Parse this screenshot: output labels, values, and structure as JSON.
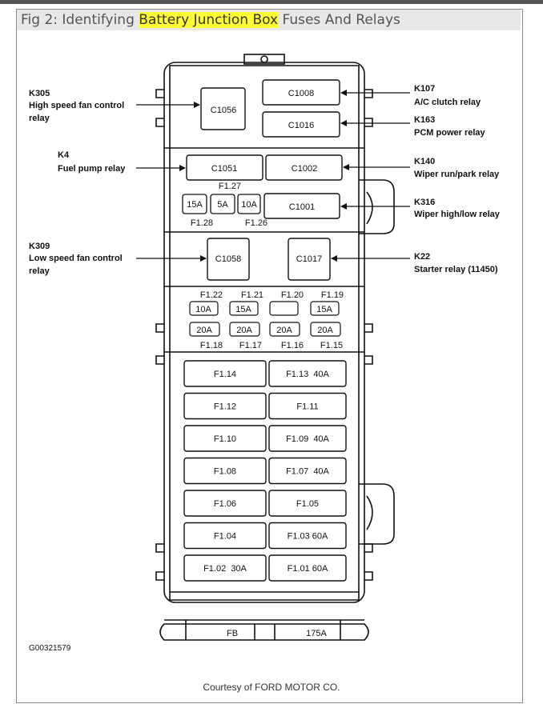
{
  "title": {
    "prefix": "Fig 2: Identifying ",
    "highlight": "Battery Junction Box",
    "suffix": " Fuses And Relays"
  },
  "left_labels": {
    "k305": {
      "id": "K305",
      "line1": "High speed fan control",
      "line2": "relay"
    },
    "k4": {
      "id": "K4",
      "line1": "Fuel pump relay"
    },
    "k309": {
      "id": "K309",
      "line1": "Low speed fan control",
      "line2": "relay"
    }
  },
  "right_labels": {
    "k107": {
      "id": "K107",
      "line1": "A/C clutch relay"
    },
    "k163": {
      "id": "K163",
      "line1": "PCM power relay"
    },
    "k140": {
      "id": "K140",
      "line1": "Wiper run/park relay"
    },
    "k316": {
      "id": "K316",
      "line1": "Wiper high/low relay"
    },
    "k22": {
      "id": "K22",
      "line1": "Starter relay (11450)"
    }
  },
  "connectors": {
    "c1056": "C1056",
    "c1008": "C1008",
    "c1016": "C1016",
    "c1051": "C1051",
    "c1002": "C1002",
    "c1001": "C1001",
    "c1058": "C1058",
    "c1017": "C1017"
  },
  "small_fuses": {
    "f127": "F1.27",
    "f128": "F1.28",
    "f126": "F1.26",
    "a15": "15A",
    "a5": "5A",
    "a10": "10A"
  },
  "mini_fuse_rows": {
    "top_labels": [
      "F1.22",
      "F1.21",
      "F1.20",
      "F1.19"
    ],
    "top_ratings": [
      "10A",
      "15A",
      "",
      "15A"
    ],
    "bottom_ratings": [
      "20A",
      "20A",
      "20A",
      "20A"
    ],
    "bottom_labels": [
      "F1.18",
      "F1.17",
      "F1.16",
      "F1.15"
    ]
  },
  "maxi_fuses": [
    {
      "left": "F1.14",
      "right": "F1.13  40A"
    },
    {
      "left": "F1.12",
      "right": "F1.11"
    },
    {
      "left": "F1.10",
      "right": "F1.09  40A"
    },
    {
      "left": "F1.08",
      "right": "F1.07  40A"
    },
    {
      "left": "F1.06",
      "right": "F1.05"
    },
    {
      "left": "F1.04",
      "right": "F1.03 60A"
    },
    {
      "left": "F1.02  30A",
      "right": "F1.01 60A"
    }
  ],
  "bottom": {
    "fb": "FB",
    "rating": "175A"
  },
  "figure_code": "G00321579",
  "caption": "Courtesy of FORD MOTOR CO."
}
